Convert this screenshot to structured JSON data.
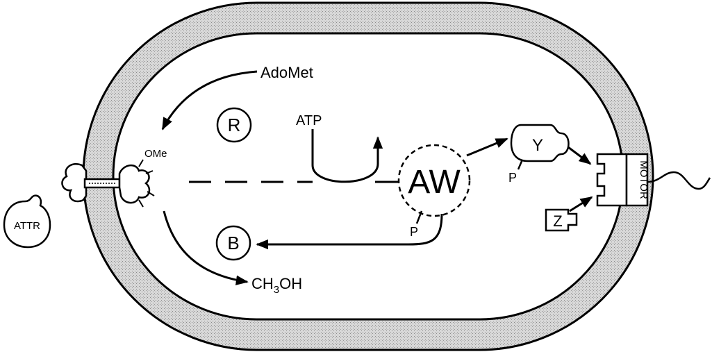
{
  "labels": {
    "adomet": "AdoMet",
    "ome": "OMe",
    "r": "R",
    "atp": "ATP",
    "aw": "AW",
    "y": "Y",
    "p_y": "P",
    "motor": "MOTOR",
    "z": "Z",
    "attr": "ATTR",
    "b": "B",
    "p_aw": "P",
    "ch3oh_prefix": "CH",
    "ch3oh_sub": "3",
    "ch3oh_suffix": "OH"
  },
  "colors": {
    "ink": "#000000",
    "membrane": "#c9c9c9",
    "background": "#ffffff"
  }
}
